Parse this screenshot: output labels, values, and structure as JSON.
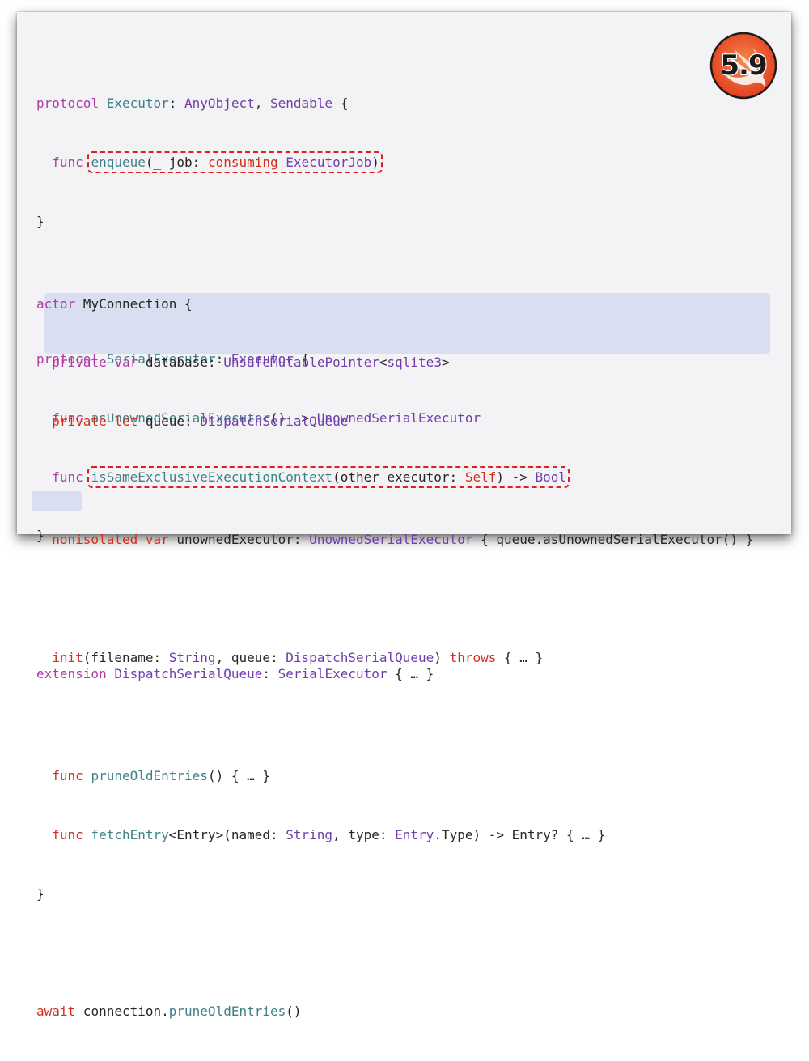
{
  "badge": {
    "version": "5.9",
    "icon": "swift-logo-icon",
    "color": "#f05138"
  },
  "code": {
    "executor": {
      "t1": "protocol",
      "t2": "Executor",
      "t3": ": ",
      "t4": "AnyObject",
      "t5": ", ",
      "t6": "Sendable",
      "t7": " {",
      "m1": "func ",
      "m2": "enqueue",
      "m3": "(_ job: ",
      "m4": "consuming",
      "m5": " ",
      "m6": "ExecutorJob",
      "m7": ")",
      "close": "}"
    },
    "serial": {
      "t1": "protocol",
      "t2": "SerialExecutor",
      "t3": ": ",
      "t4": "Executor",
      "t5": " {",
      "a1": "func ",
      "a2": "asUnownedSerialExecutor",
      "a3": "() -> ",
      "a4": "UnownedSerialExecutor",
      "b1": "func ",
      "b2": "isSameExclusiveExecutionContext",
      "b3": "(other executor: ",
      "b4": "Self",
      "b5": ") -> ",
      "b6": "Bool",
      "close": "}"
    },
    "extension": {
      "t1": "extension",
      "t2": " ",
      "t3": "DispatchSerialQueue",
      "t4": ": ",
      "t5": "SerialExecutor",
      "t6": " { … }"
    },
    "actor": {
      "t1": "actor",
      "t2": " MyConnection {",
      "d1": "private",
      "d2": " ",
      "d3": "var",
      "d4": " database: ",
      "d5": "UnsafeMutablePointer",
      "d6": "<",
      "d7": "sqlite3",
      "d8": ">",
      "q1": "private",
      "q2": " ",
      "q3": "let",
      "q4": " queue: ",
      "q5": "DispatchSerialQueue",
      "n1": "nonisolated",
      "n2": " ",
      "n3": "var",
      "n4": " unownedExecutor: ",
      "n5": "UnownedSerialExecutor",
      "n6": " { queue.asUnownedSerialExecutor() }",
      "i1": "init",
      "i2": "(filename: ",
      "i3": "String",
      "i4": ", queue: ",
      "i5": "DispatchSerialQueue",
      "i6": ") ",
      "i7": "throws",
      "i8": " { … }",
      "p1": "func ",
      "p2": "pruneOldEntries",
      "p3": "() { … }",
      "f1": "func ",
      "f2": "fetchEntry",
      "f3": "<Entry>(named: ",
      "f4": "String",
      "f5": ", type: ",
      "f6": "Entry",
      "f7": ".Type) -> Entry? { … }",
      "close": "}"
    },
    "call": {
      "c1": "await",
      "c2": " connection.",
      "c3": "pruneOldEntries",
      "c4": "()"
    }
  }
}
